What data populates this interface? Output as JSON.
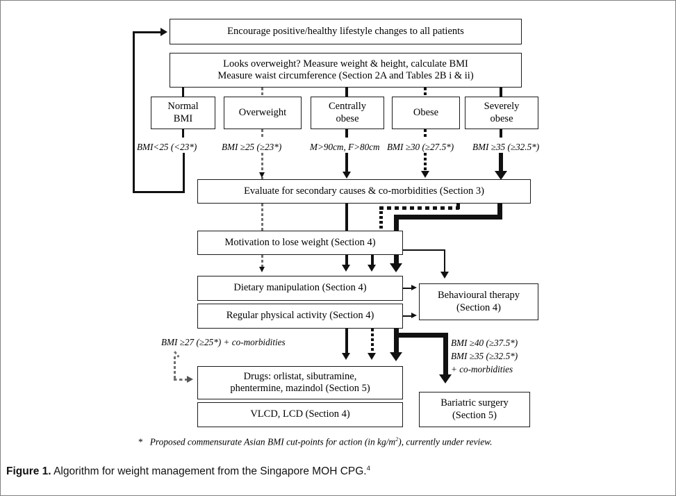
{
  "figure": {
    "label": "Figure 1.",
    "caption": "Algorithm for weight management from the Singapore MOH CPG.",
    "reference": "4"
  },
  "footnote": {
    "marker": "*",
    "text_a": "Proposed commensurate Asian BMI cut-points for action (in kg/m",
    "sup": "2",
    "text_b": "), currently under review."
  },
  "nodes": {
    "encourage": "Encourage positive/healthy lifestyle changes to all patients",
    "assess_line1": "Looks overweight?  Measure weight & height, calculate BMI",
    "assess_line2": "Measure waist circumference (Section 2A and Tables 2B i & ii)",
    "normal_bmi": "Normal\nBMI",
    "overweight": "Overweight",
    "centrally_obese": "Centrally\nobese",
    "obese": "Obese",
    "severely_obese": "Severely\nobese",
    "evaluate": "Evaluate for secondary causes & co-morbidities (Section 3)",
    "motivation": "Motivation to lose weight (Section 4)",
    "dietary": "Dietary manipulation (Section 4)",
    "physical": "Regular physical activity (Section 4)",
    "behavioural": "Behavioural therapy\n(Section 4)",
    "drugs": "Drugs: orlistat, sibutramine,\nphentermine, mazindol (Section 5)",
    "vlcd": "VLCD, LCD (Section 4)",
    "bariatric": "Bariatric surgery\n(Section 5)"
  },
  "criteria": {
    "normal": "BMI<25 (<23*)",
    "overweight": "BMI ≥25 (≥23*)",
    "central": "M>90cm, F>80cm",
    "obese": "BMI ≥30 (≥27.5*)",
    "severe": "BMI ≥35 (≥32.5*)",
    "drugs": "BMI ≥27 (≥25*) + co-morbidities",
    "surgery_line1": "BMI ≥40 (≥37.5*)",
    "surgery_line2": "BMI ≥35 (≥32.5*)",
    "surgery_line3": "+ co-morbidities"
  },
  "colors": {
    "ink": "#111111",
    "page_border": "#808080",
    "dashed_gray": "#6f6f6f",
    "background": "#ffffff"
  }
}
